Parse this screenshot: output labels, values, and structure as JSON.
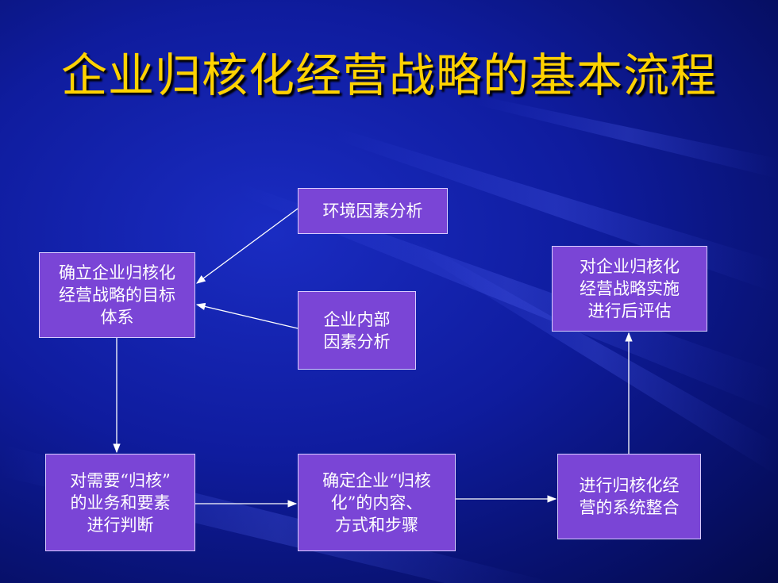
{
  "slide": {
    "title": "企业归核化经营战略的基本流程",
    "title_color": "#ffd200",
    "background_color": "#0f1c9e"
  },
  "diagram": {
    "box_color": "#7a45d6",
    "arrow_color": "#ffffff",
    "nodes": {
      "environment": "环境因素分析",
      "goal_system": "确立企业归核化\n经营战略的目标\n体系",
      "internal": "企业内部\n因素分析",
      "evaluation": "对企业归核化\n经营战略实施\n进行后评估",
      "judgement": "对需要“归核”\n的业务和要素\n进行判断",
      "content": "确定企业“归核\n化”的内容、\n方式和步骤",
      "integration": "进行归核化经\n营的系统整合"
    }
  }
}
